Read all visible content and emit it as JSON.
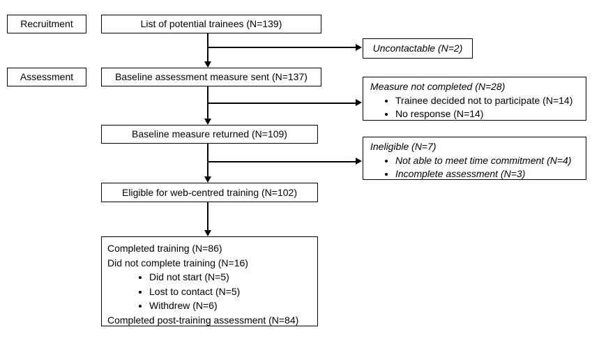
{
  "stage_labels": {
    "recruitment": "Recruitment",
    "assessment": "Assessment"
  },
  "main_boxes": [
    {
      "text": "List of potential trainees (N=139)"
    },
    {
      "text": "Baseline assessment measure sent (N=137)"
    },
    {
      "text": "Baseline measure returned (N=109)"
    },
    {
      "text": "Eligible for web-centred training (N=102)"
    }
  ],
  "side_boxes": [
    {
      "title": "Uncontactable (N=2)",
      "bullets": []
    },
    {
      "title": "Measure not completed (N=28)",
      "bullets": [
        "Trainee decided not to participate (N=14)",
        "No response (N=14)"
      ]
    },
    {
      "title": "Ineligible (N=7)",
      "bullets": [
        "Not able to meet time commitment (N=4)",
        "Incomplete assessment (N=3)"
      ]
    }
  ],
  "final_box": {
    "line1": "Completed training (N=86)",
    "line2": "Did not complete training (N=16)",
    "bullets": [
      "Did not start (N=5)",
      "Lost to contact (N=5)",
      "Withdrew (N=6)"
    ],
    "line3": "Completed post-training assessment (N=84)"
  }
}
